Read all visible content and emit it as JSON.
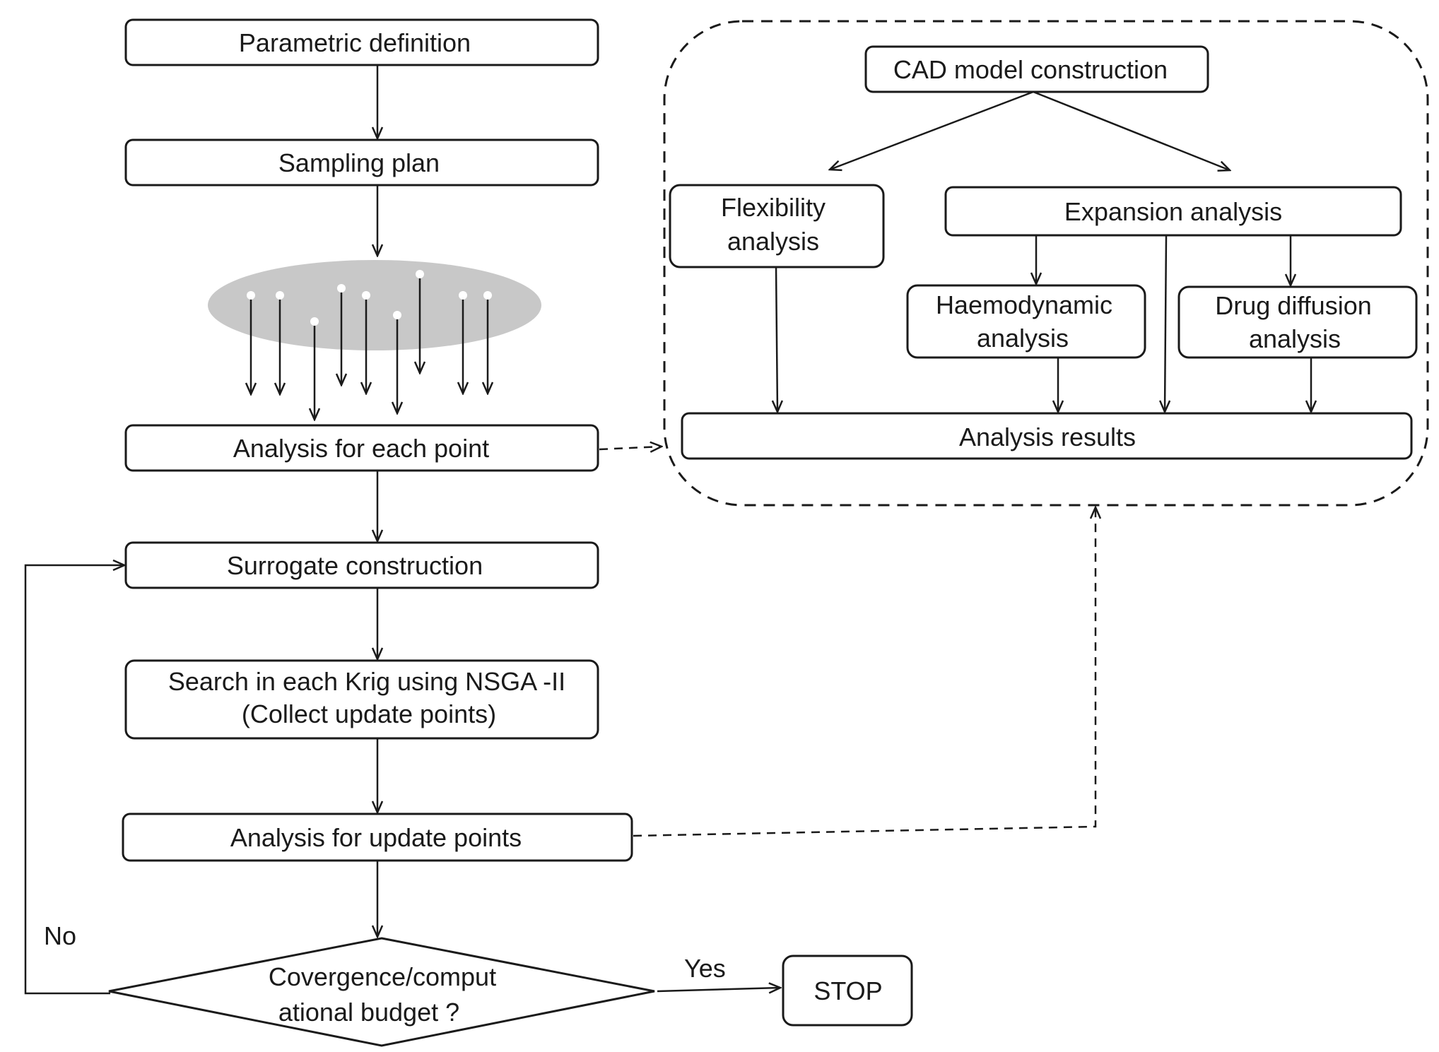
{
  "nodes": {
    "parametric_definition": "Parametric definition",
    "sampling_plan": "Sampling plan",
    "analysis_each_point": "Analysis for each point",
    "surrogate_construction": "Surrogate construction",
    "search_krig_line1": "Search in each Krig using NSGA -II",
    "search_krig_line2": "(Collect update points)",
    "analysis_update_points": "Analysis for update points",
    "decision_line1": "Covergence/comput",
    "decision_line2": "ational budget ?",
    "stop": "STOP",
    "cad_model": "CAD model construction",
    "flexibility_line1": "Flexibility",
    "flexibility_line2": "analysis",
    "expansion": "Expansion analysis",
    "haemodynamic_line1": "Haemodynamic",
    "haemodynamic_line2": "analysis",
    "drug_diffusion_line1": "Drug diffusion",
    "drug_diffusion_line2": "analysis",
    "analysis_results": "Analysis results"
  },
  "edge_labels": {
    "yes": "Yes",
    "no": "No"
  },
  "sample_points_count": 9,
  "colors": {
    "stroke": "#1a1a1a",
    "sampling_ellipse": "#c8c8c8",
    "point": "#ffffff"
  }
}
